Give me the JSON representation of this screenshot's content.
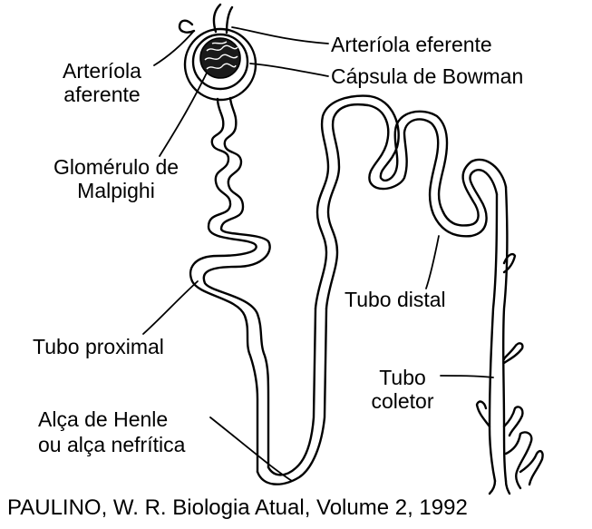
{
  "labels": {
    "arteriola_eferente": "Arteríola eferente",
    "capsula_bowman": "Cápsula de Bowman",
    "arteriola_aferente_1": "Arteríola",
    "arteriola_aferente_2": "aferente",
    "glomerulo_1": "Glomérulo de",
    "glomerulo_2": "Malpighi",
    "tubo_distal": "Tubo distal",
    "tubo_proximal": "Tubo proximal",
    "tubo_coletor_1": "Tubo",
    "tubo_coletor_2": "coletor",
    "alca_henle_1": "Alça de Henle",
    "alca_henle_2": "ou alça nefrítica"
  },
  "caption": "PAULINO, W. R. Biologia Atual, Volume 2, 1992",
  "colors": {
    "ink": "#000000",
    "background": "#ffffff"
  }
}
